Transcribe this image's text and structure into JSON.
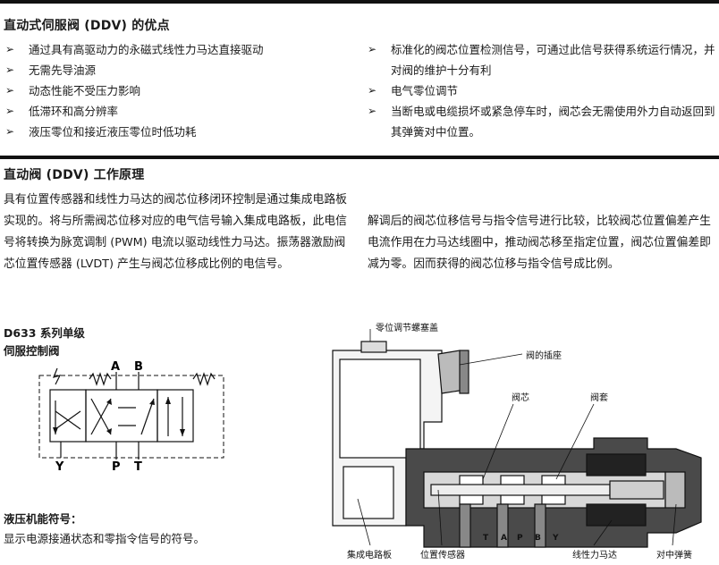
{
  "section1": {
    "title": "直动式伺服阀 (DDV) 的优点",
    "left_items": [
      "通过具有高驱动力的永磁式线性力马达直接驱动",
      "无需先导油源",
      "动态性能不受压力影响",
      "低滞环和高分辨率",
      "液压零位和接近液压零位时低功耗"
    ],
    "right_items": [
      "标准化的阀芯位置检测信号，可通过此信号获得系统运行情况，并对阀的维护十分有利",
      "电气零位调节",
      "当断电或电缆损坏或紧急停车时，阀芯会无需使用外力自动返回到其弹簧对中位置。"
    ]
  },
  "section2": {
    "title": "直动阀 (DDV) 工作原理",
    "para_left": "具有位置传感器和线性力马达的阀芯位移闭环控制是通过集成电路板实现的。将与所需阀芯位移对应的电气信号输入集成电路板，此电信号将转换为脉宽调制 (PWM) 电流以驱动线性力马达。振荡器激励阀芯位置传感器 (LVDT) 产生与阀芯位移成比例的电信号。",
    "para_right": "解调后的阀芯位移信号与指令信号进行比较，比较阀芯位置偏差产生电流作用在力马达线圈中，推动阀芯移至指定位置，阀芯位置偏差即减为零。因而获得的阀芯位移与指令信号成比例。"
  },
  "symbol": {
    "label_line1": "D633 系列单级",
    "label_line2": "伺服控制阀",
    "port_a": "A",
    "port_b": "B",
    "port_y": "Y",
    "port_p": "P",
    "port_t": "T",
    "caption_title": "液压机能符号：",
    "caption_text": "显示电源接通状态和零指令信号的符号。"
  },
  "cutaway": {
    "callouts": {
      "zero_adjust_plug": "零位调节螺塞盖",
      "valve_socket": "阀的插座",
      "spool": "阀芯",
      "sleeve": "阀套",
      "circuit_board": "集成电路板",
      "position_sensor": "位置传感器",
      "linear_motor": "线性力马达",
      "centering_spring": "对中弹簧"
    },
    "port_letters": [
      "T",
      "A",
      "P",
      "B",
      "Y"
    ]
  },
  "colors": {
    "rule": "#111111",
    "drawing_fill": "#4a4a4a",
    "drawing_line": "#111111"
  }
}
